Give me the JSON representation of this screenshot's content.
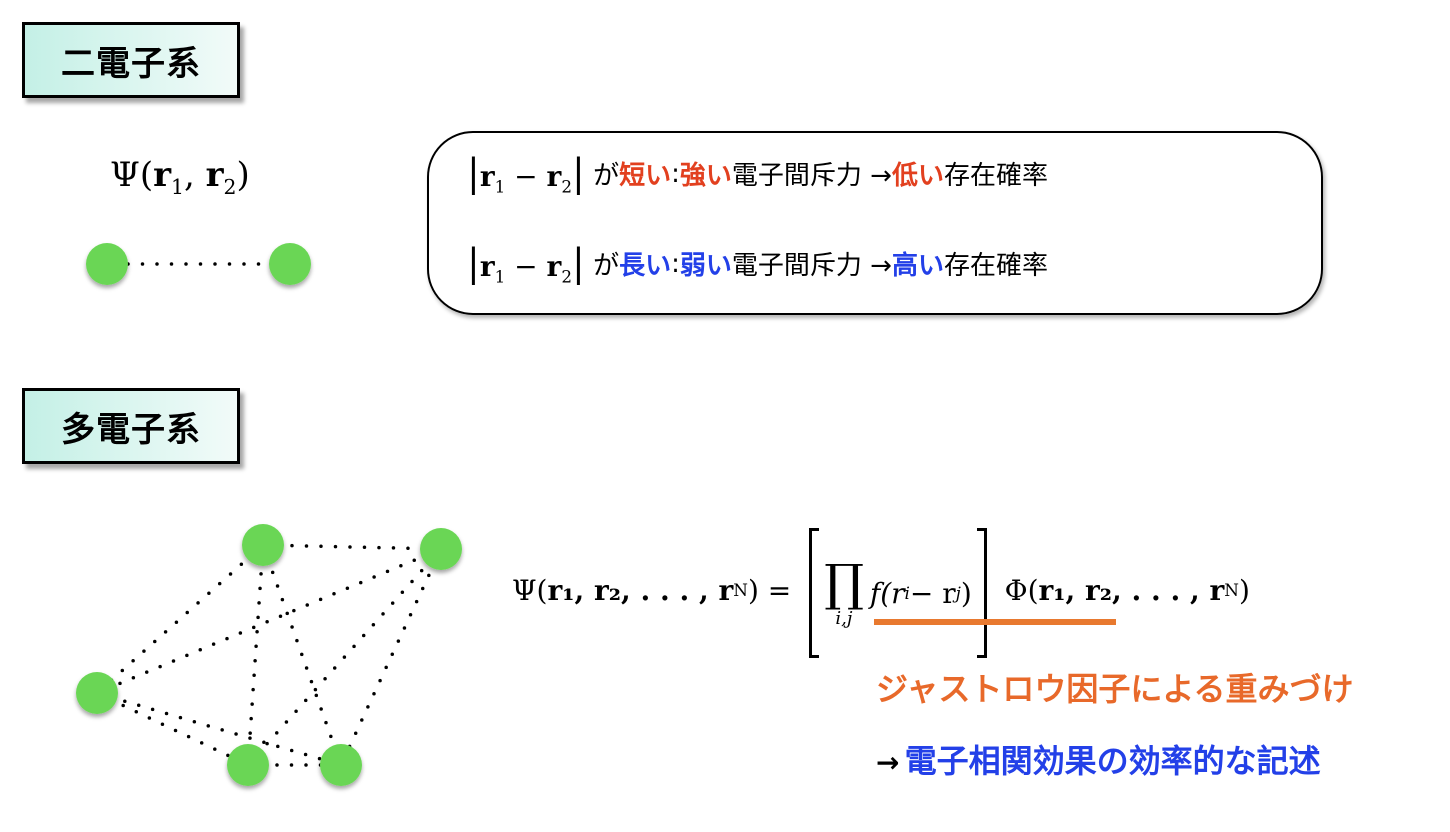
{
  "two_electron": {
    "title": "二電子系",
    "wavefunction": {
      "psi": "Ψ",
      "args": [
        "r",
        "1",
        "r",
        "2"
      ]
    },
    "rules": [
      {
        "prefix": "が",
        "distance": "短い",
        "sep": " : ",
        "strength": "強い",
        "middle": "電子間斥力 → ",
        "probability": "低い",
        "suffix": "存在確率"
      },
      {
        "prefix": "が",
        "distance": "長い",
        "sep": " : ",
        "strength": "弱い",
        "middle": "電子間斥力 → ",
        "probability": "高い",
        "suffix": "存在確率"
      }
    ],
    "norm_expr": {
      "r1": "r",
      "s1": "1",
      "minus": "−",
      "r2": "r",
      "s2": "2"
    }
  },
  "many_electron": {
    "title": "多電子系",
    "equation": {
      "lhs": "Ψ(",
      "lhs_args": "r₁, r₂, . . . , r",
      "lhs_sub": "N",
      "close": ")",
      "eq": "=",
      "prod": "∏",
      "prod_sub": "i,j",
      "f": "f(r",
      "fi": "i",
      "fminus": " − r",
      "fj": "j",
      "fclose": ")",
      "phi": "Φ(",
      "phi_args": "r₁, r₂, . . . , r",
      "phi_sub": "N",
      "phi_close": ")"
    },
    "jastrow_label": "ジャストロウ因子による重みづけ",
    "arrow": "→",
    "conclusion": "電子相関効果の効率的な記述"
  },
  "colors": {
    "red": "#e2401f",
    "blue": "#2340e8",
    "orange": "#e8692a",
    "node": "#6ad655"
  }
}
